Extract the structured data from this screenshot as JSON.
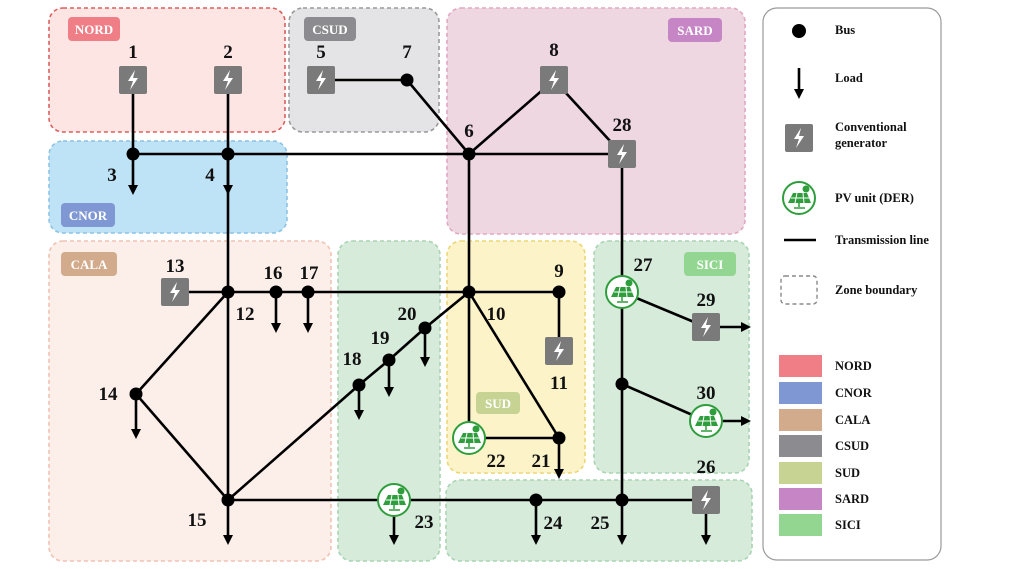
{
  "zones": [
    {
      "id": "nord",
      "label": "NORD",
      "fill": "#fde5e4",
      "stroke": "#d9605f",
      "tag": "#ef7e87"
    },
    {
      "id": "csud",
      "label": "CSUD",
      "fill": "#e4e4e6",
      "stroke": "#9a9a9a",
      "tag": "#8c8c90"
    },
    {
      "id": "sard",
      "label": "SARD",
      "fill": "#eed7e1",
      "stroke": "#e2a7c2",
      "tag": "#c686c6"
    },
    {
      "id": "cnor",
      "label": "CNOR",
      "fill": "#bfe3f6",
      "stroke": "#8cc3e6",
      "tag": "#7f97d2"
    },
    {
      "id": "cala",
      "label": "CALA",
      "fill": "#fcefea",
      "stroke": "#f1c2b3",
      "tag": "#d2aa8c"
    },
    {
      "id": "sud",
      "label": "SUD",
      "fill": "#fcf3c8",
      "stroke": "#ecd774",
      "tag": "#c7d392"
    },
    {
      "id": "sici",
      "label": "SICI",
      "fill": "#d7ebdb",
      "stroke": "#a8d4b2",
      "tag": "#93d691"
    }
  ],
  "buses": [
    "1",
    "2",
    "3",
    "4",
    "5",
    "6",
    "7",
    "8",
    "9",
    "10",
    "11",
    "12",
    "13",
    "14",
    "15",
    "16",
    "17",
    "18",
    "19",
    "20",
    "21",
    "22",
    "23",
    "24",
    "25",
    "26",
    "27",
    "28",
    "29",
    "30"
  ],
  "legend": {
    "bus": "Bus",
    "load": "Load",
    "conventional_generator_line1": "Conventional",
    "conventional_generator_line2": "generator",
    "pv_unit": "PV unit (DER)",
    "transmission_line": "Transmission line",
    "zone_boundary": "Zone boundary",
    "zones": [
      {
        "label": "NORD",
        "color": "#ef7e87"
      },
      {
        "label": "CNOR",
        "color": "#7f97d2"
      },
      {
        "label": "CALA",
        "color": "#d2aa8c"
      },
      {
        "label": "CSUD",
        "color": "#8c8c90"
      },
      {
        "label": "SUD",
        "color": "#c7d392"
      },
      {
        "label": "SARD",
        "color": "#c686c6"
      },
      {
        "label": "SICI",
        "color": "#93d691"
      }
    ]
  },
  "colors": {
    "generator": "#7a7a7a",
    "pv_green": "#2e9e3c",
    "line": "#000000"
  }
}
